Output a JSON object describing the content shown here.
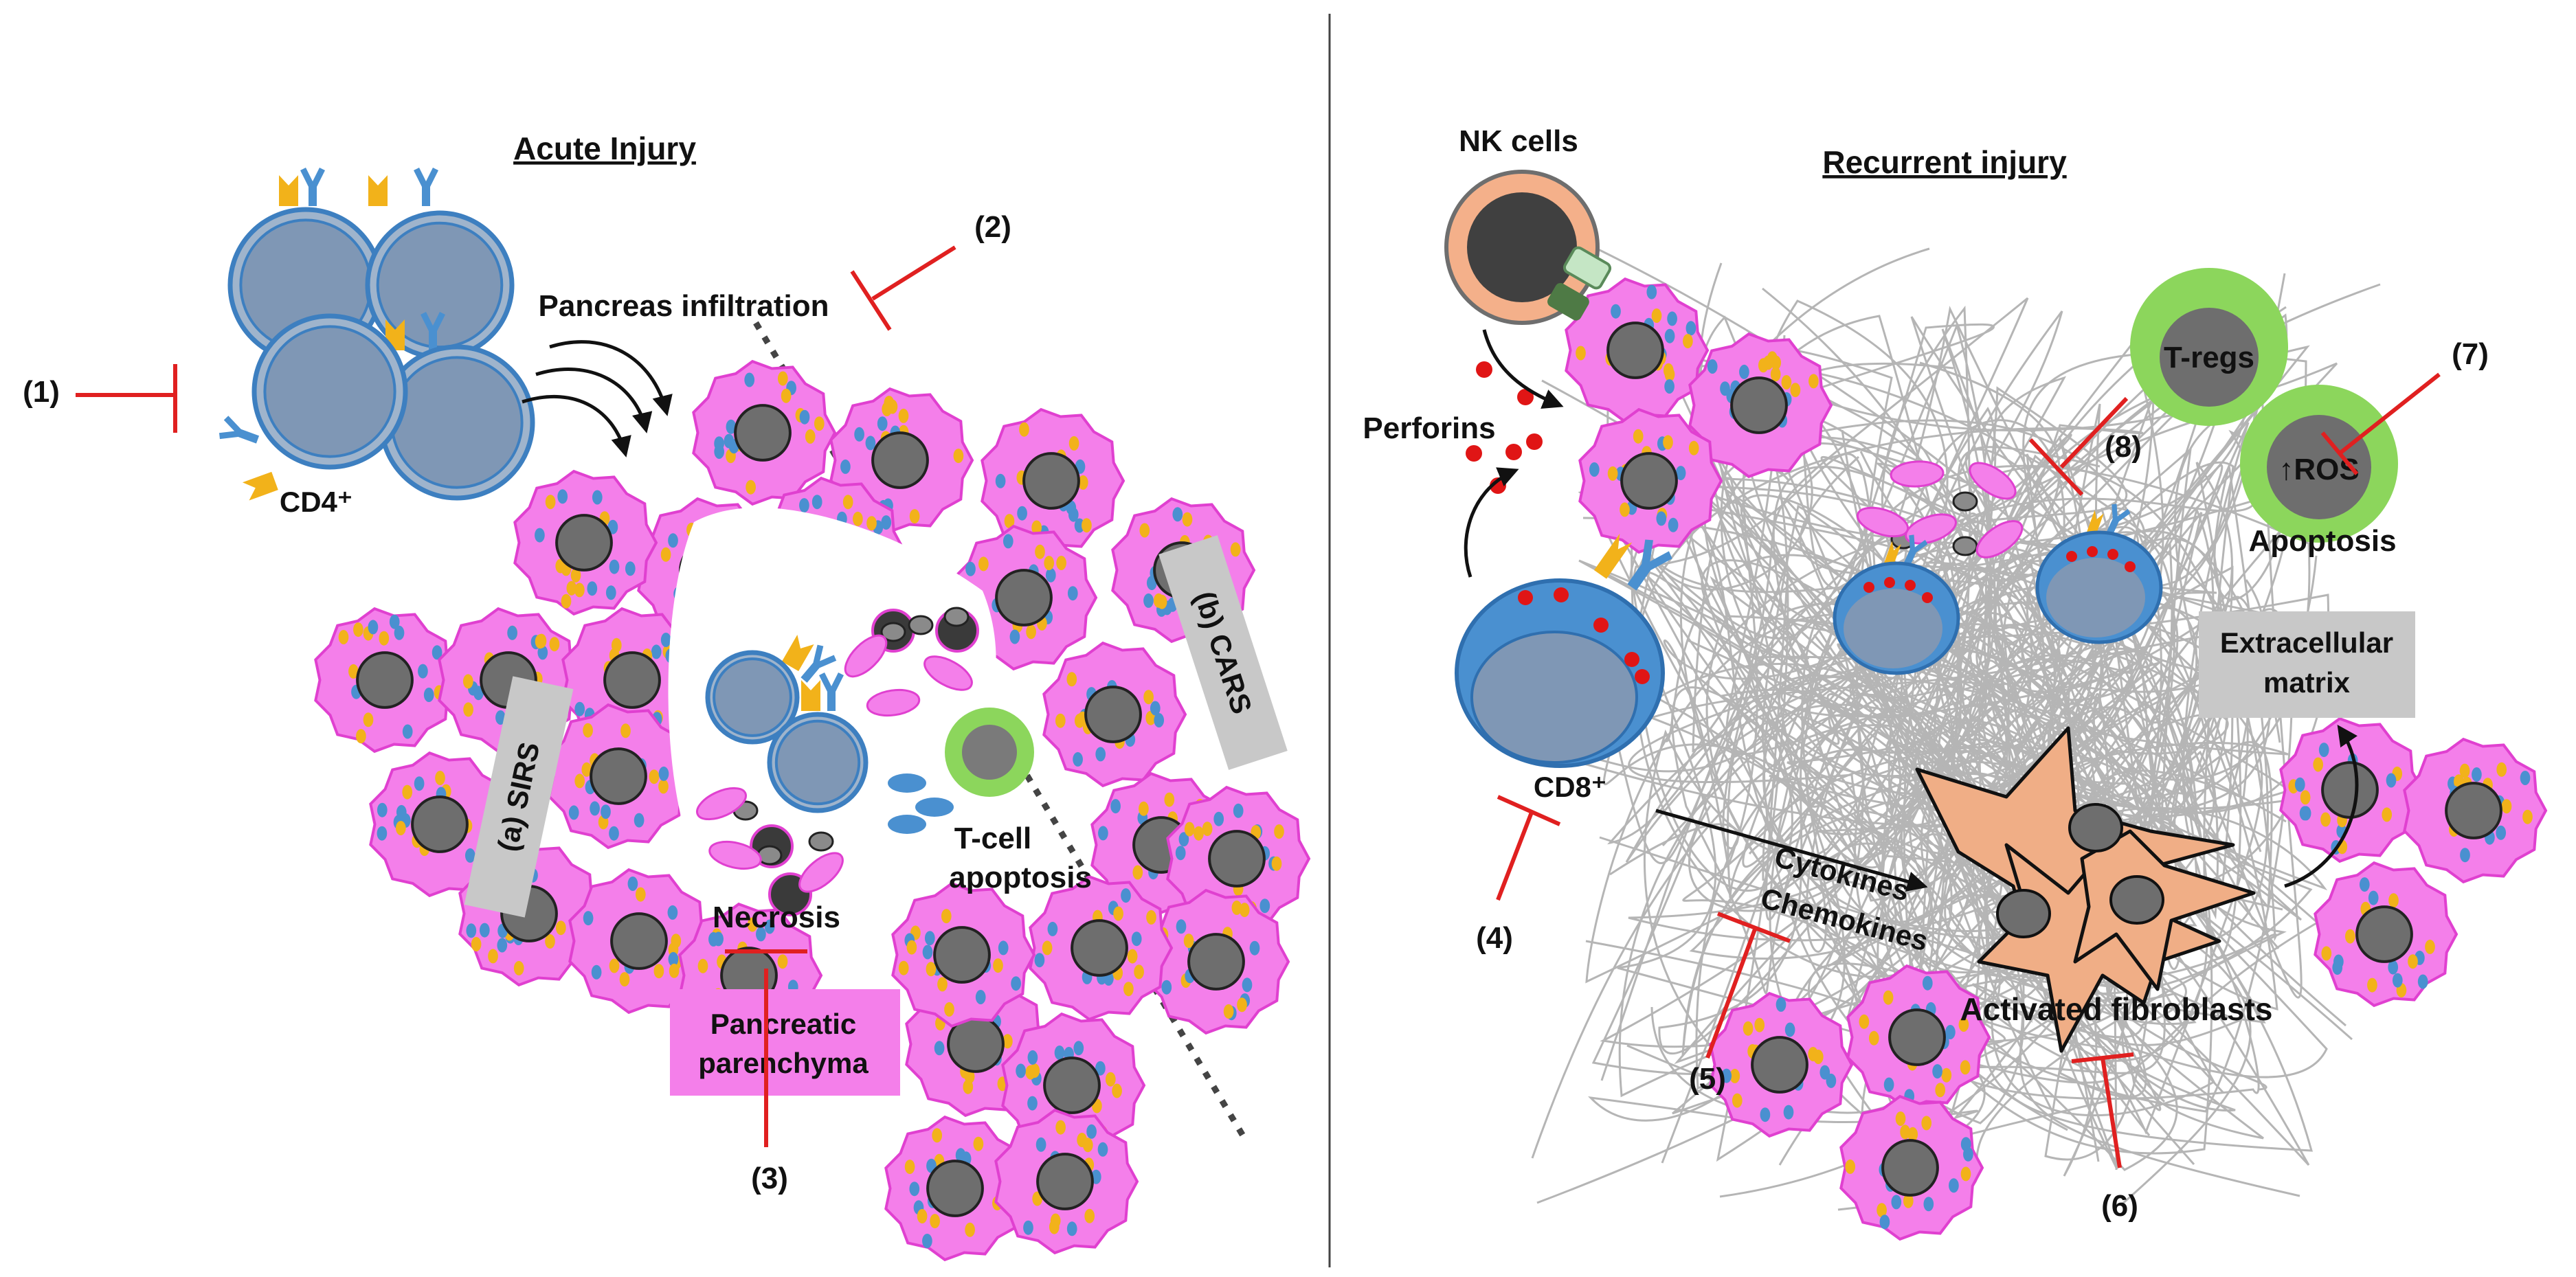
{
  "panels": {
    "left_title": "Acute Injury",
    "right_title": "Recurrent injury"
  },
  "labels": {
    "cd4": "CD4⁺",
    "pancreas_infiltration": "Pancreas infiltration",
    "sirs": "(a) SIRS",
    "cars": "(b) CARS",
    "necrosis": "Necrosis",
    "tcell_apoptosis_1": "T-cell",
    "tcell_apoptosis_2": "apoptosis",
    "pancreatic_1": "Pancreatic",
    "pancreatic_2": "parenchyma",
    "nk_cells": "NK cells",
    "perforins": "Perforins",
    "cd8": "CD8⁺",
    "tregs": "T-regs",
    "ros": "↑ROS",
    "apoptosis": "Apoptosis",
    "ecm_1": "Extracellular",
    "ecm_2": "matrix",
    "cytokines": "Cytokines",
    "chemokines": "Chemokines",
    "activated_fibroblasts": "Activated fibroblasts"
  },
  "markers": {
    "m1": "(1)",
    "m2": "(2)",
    "m3": "(3)",
    "m4": "(4)",
    "m5": "(5)",
    "m6": "(6)",
    "m7": "(7)",
    "m8": "(8)"
  },
  "colors": {
    "acinar_pink": "#F47FEA",
    "acinar_edge": "#E040D0",
    "nucleus_gray": "#6E6E6E",
    "tcell_blue": "#7F97B5",
    "tcell_edge": "#3D7FC0",
    "receptor_blue": "#4A90D0",
    "receptor_gold": "#F2B21A",
    "inhibitor_red": "#E02020",
    "treg_green": "#8CD65C",
    "nk_orange": "#F4B08A",
    "fibroblast": "#F0AE86",
    "label_box_gray": "#C8C8C8",
    "ecm_fiber": "#B5B5B5"
  },
  "icons": {
    "inhibition": "t-bar-inhibitor-icon",
    "arrow": "curved-arrow-icon",
    "tcell": "t-cell-icon",
    "acinar": "acinar-cell-icon",
    "fibroblast": "fibroblast-icon"
  }
}
